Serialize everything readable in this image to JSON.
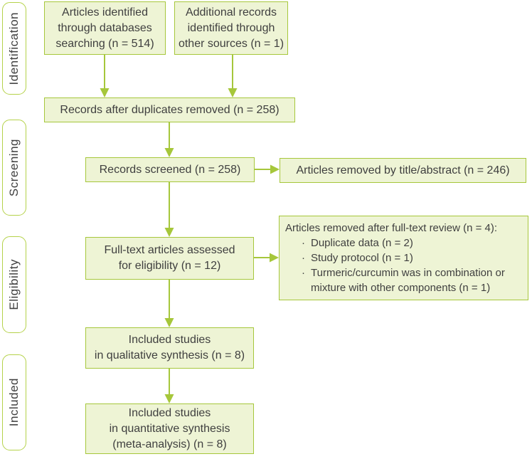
{
  "diagram_type": "prisma-flow-diagram",
  "colors": {
    "box_fill": "#eef4d5",
    "box_border": "#a6c73b",
    "arrow": "#a6c73b",
    "stage_label_border": "#b5d24a",
    "stage_label_fill": "#ffffff",
    "text": "#3f3f3f"
  },
  "sidebar": {
    "labels": [
      "Identification",
      "Screening",
      "Eligibility",
      "Included"
    ]
  },
  "boxes": {
    "identified_databases": {
      "lines": [
        "Articles identified",
        "through databases",
        "searching (n = 514)"
      ]
    },
    "additional_records": {
      "lines": [
        "Additional records",
        "identified through",
        "other sources (n = 1)"
      ]
    },
    "duplicates_removed": {
      "lines": [
        "Records after duplicates removed (n = 258)"
      ]
    },
    "records_screened": {
      "lines": [
        "Records screened (n = 258)"
      ]
    },
    "removed_title_abstract": {
      "lines": [
        "Articles removed by title/abstract (n = 246)"
      ]
    },
    "fulltext_assessed": {
      "lines": [
        "Full-text articles assessed",
        "for eligibility (n = 12)"
      ]
    },
    "fulltext_removed": {
      "title": "Articles removed after full-text review (n = 4):",
      "bullet_char": "·",
      "bullets": [
        "Duplicate data (n = 2)",
        "Study protocol (n = 1)",
        "Turmeric/curcumin was in combination or mixture with other components (n = 1)"
      ]
    },
    "qualitative_synthesis": {
      "lines": [
        "Included studies",
        "in qualitative synthesis (n = 8)"
      ]
    },
    "quantitative_synthesis": {
      "lines": [
        "Included studies",
        "in quantitative synthesis",
        "(meta-analysis) (n = 8)"
      ]
    }
  }
}
